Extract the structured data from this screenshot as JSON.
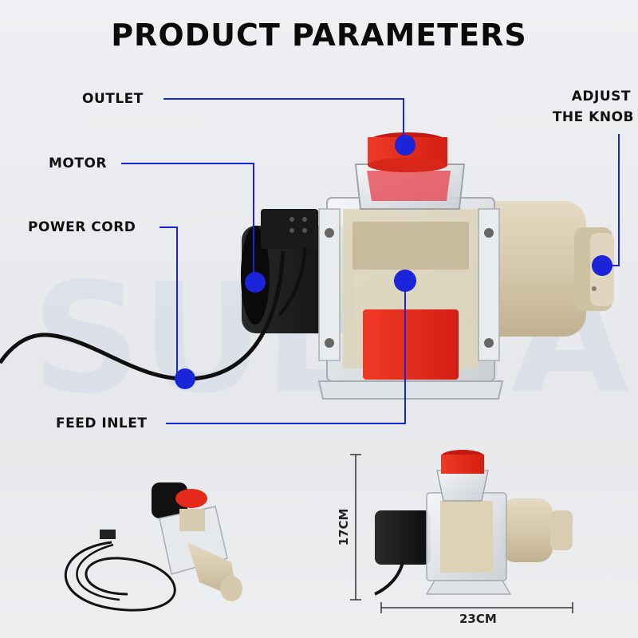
{
  "title": "PRODUCT PARAMETERS",
  "labels": {
    "outlet": "OUTLET",
    "motor": "MOTOR",
    "power_cord": "POWER CORD",
    "feed_inlet": "FEED INLET",
    "adjust_line1": "ADJUST",
    "adjust_line2": "THE KNOB"
  },
  "dimensions": {
    "height": "17CM",
    "width": "23CM"
  },
  "watermark": "SULMAN",
  "colors": {
    "callout": "#1a24d8",
    "red_part": "#e8281c",
    "beige_body": "#d8ccb0",
    "motor_black": "#151515"
  }
}
